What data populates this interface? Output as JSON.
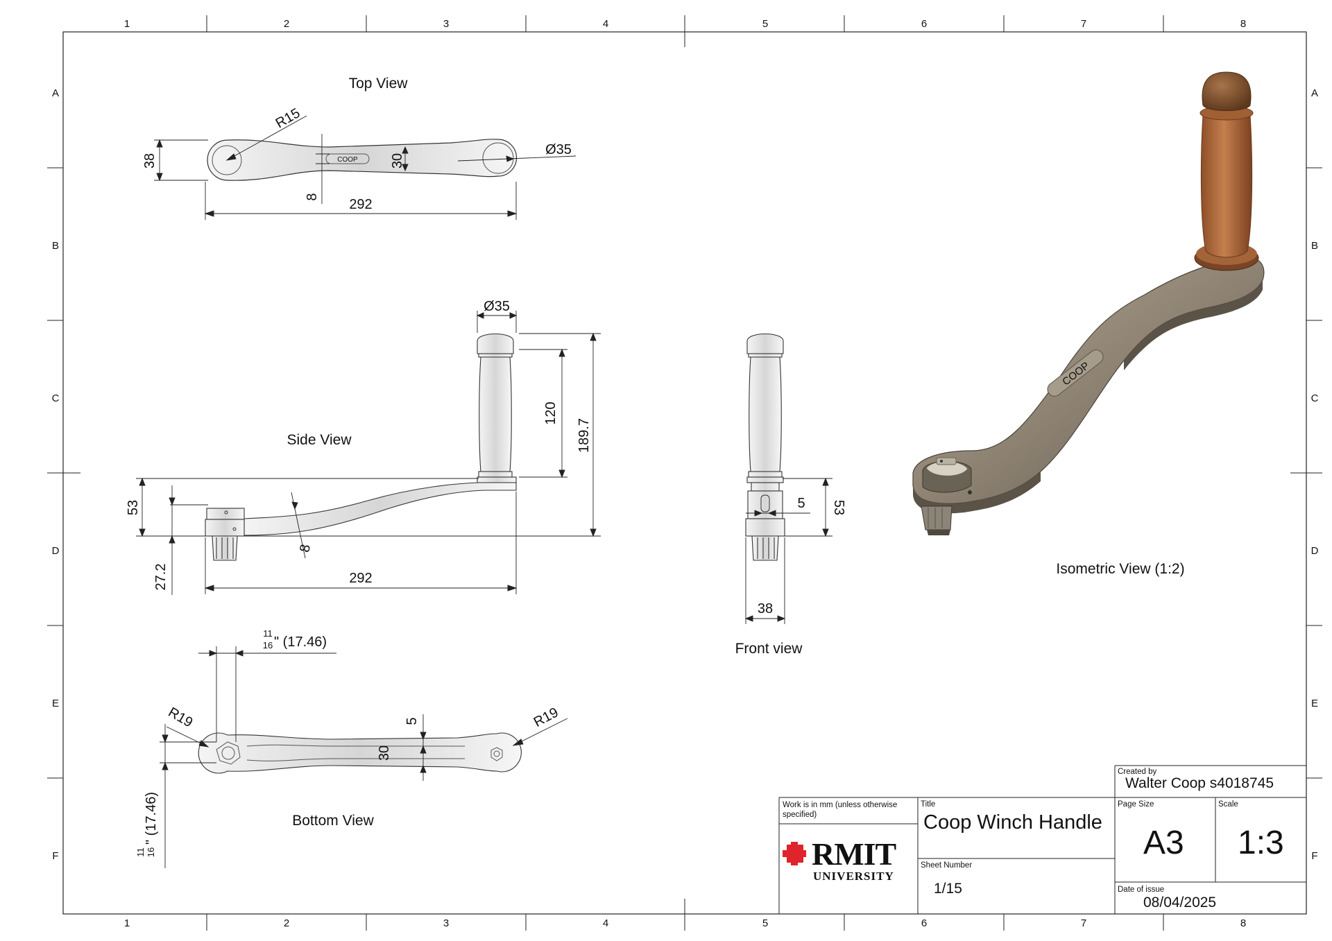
{
  "grid": {
    "columns": [
      "1",
      "2",
      "3",
      "4",
      "5",
      "6",
      "7",
      "8"
    ],
    "rows": [
      "A",
      "B",
      "C",
      "D",
      "E",
      "F"
    ]
  },
  "views": {
    "top": {
      "label": "Top View",
      "dims": {
        "r15": "R15",
        "d38": "38",
        "d8": "8",
        "d30": "30",
        "dia35": "Ø35",
        "len292": "292"
      },
      "logo_text": "COOP"
    },
    "side": {
      "label": "Side View",
      "dims": {
        "dia35": "Ø35",
        "h120": "120",
        "h189": "189.7",
        "h53": "53",
        "h27": "27.2",
        "d8": "8",
        "len292": "292"
      }
    },
    "front": {
      "label": "Front view",
      "dims": {
        "w5": "5",
        "h53": "53",
        "w38": "38"
      }
    },
    "bottom": {
      "label": "Bottom View",
      "dims": {
        "frac_num": "11",
        "frac_den": "16",
        "frac_suffix": "\" (17.46)",
        "r19_left": "R19",
        "r19_right": "R19",
        "d5": "5",
        "d30": "30",
        "vert_suffix": "\" (17.46)"
      }
    },
    "iso": {
      "label": "Isometric View (1:2)",
      "logo_text": "COOP"
    }
  },
  "title_block": {
    "work_note": "Work is in mm (unless otherwise specified)",
    "logo_main": "RMIT",
    "logo_sub": "UNIVERSITY",
    "title_caption": "Title",
    "title": "Coop Winch Handle",
    "sheet_caption": "Sheet Number",
    "sheet": "1/15",
    "created_caption": "Created by",
    "created_by": "Walter Coop s4018745",
    "size_caption": "Page Size",
    "size": "A3",
    "scale_caption": "Scale",
    "scale": "1:3",
    "date_caption": "Date of issue",
    "date": "08/04/2025"
  },
  "colors": {
    "line": "#222222",
    "metal": "#8f8474",
    "metal_dark": "#5b5348",
    "cork": "#b06a3a",
    "wood": "#8a5a34",
    "rmit_red": "#e0242b"
  }
}
